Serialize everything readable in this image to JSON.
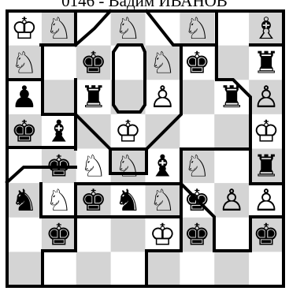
{
  "title": "0146 - Вадим ИВАНОВ",
  "board": {
    "rows": 8,
    "cols": 8,
    "light_color": "#ffffff",
    "dark_color": "#d4d4d4",
    "piece_fill_white": "#ffffff",
    "piece_fill_black": "#111111",
    "pieces": [
      {
        "row": 0,
        "col": 0,
        "type": "king",
        "color": "white"
      },
      {
        "row": 0,
        "col": 1,
        "type": "knight",
        "color": "white"
      },
      {
        "row": 0,
        "col": 3,
        "type": "knight",
        "color": "white"
      },
      {
        "row": 0,
        "col": 5,
        "type": "knight",
        "color": "white"
      },
      {
        "row": 0,
        "col": 7,
        "type": "bishop",
        "color": "white"
      },
      {
        "row": 1,
        "col": 0,
        "type": "knight",
        "color": "white"
      },
      {
        "row": 1,
        "col": 2,
        "type": "king",
        "color": "black"
      },
      {
        "row": 1,
        "col": 4,
        "type": "knight",
        "color": "white"
      },
      {
        "row": 1,
        "col": 5,
        "type": "king",
        "color": "black"
      },
      {
        "row": 1,
        "col": 7,
        "type": "rook",
        "color": "black"
      },
      {
        "row": 2,
        "col": 0,
        "type": "pawn",
        "color": "black"
      },
      {
        "row": 2,
        "col": 2,
        "type": "rook",
        "color": "black"
      },
      {
        "row": 2,
        "col": 4,
        "type": "pawn",
        "color": "white"
      },
      {
        "row": 2,
        "col": 6,
        "type": "rook",
        "color": "black"
      },
      {
        "row": 2,
        "col": 7,
        "type": "pawn",
        "color": "white"
      },
      {
        "row": 3,
        "col": 0,
        "type": "king",
        "color": "black"
      },
      {
        "row": 3,
        "col": 1,
        "type": "bishop",
        "color": "black"
      },
      {
        "row": 3,
        "col": 3,
        "type": "king",
        "color": "white"
      },
      {
        "row": 3,
        "col": 7,
        "type": "king",
        "color": "white"
      },
      {
        "row": 4,
        "col": 1,
        "type": "king",
        "color": "black"
      },
      {
        "row": 4,
        "col": 2,
        "type": "knight",
        "color": "white"
      },
      {
        "row": 4,
        "col": 3,
        "type": "knight",
        "color": "white"
      },
      {
        "row": 4,
        "col": 4,
        "type": "bishop",
        "color": "black"
      },
      {
        "row": 4,
        "col": 5,
        "type": "knight",
        "color": "white"
      },
      {
        "row": 4,
        "col": 7,
        "type": "rook",
        "color": "black"
      },
      {
        "row": 5,
        "col": 0,
        "type": "knight",
        "color": "black"
      },
      {
        "row": 5,
        "col": 1,
        "type": "knight",
        "color": "white"
      },
      {
        "row": 5,
        "col": 2,
        "type": "king",
        "color": "black"
      },
      {
        "row": 5,
        "col": 3,
        "type": "knight",
        "color": "black"
      },
      {
        "row": 5,
        "col": 4,
        "type": "knight",
        "color": "white"
      },
      {
        "row": 5,
        "col": 5,
        "type": "king",
        "color": "black"
      },
      {
        "row": 5,
        "col": 6,
        "type": "pawn",
        "color": "white"
      },
      {
        "row": 5,
        "col": 7,
        "type": "pawn",
        "color": "white"
      },
      {
        "row": 6,
        "col": 1,
        "type": "king",
        "color": "black"
      },
      {
        "row": 6,
        "col": 4,
        "type": "king",
        "color": "white"
      },
      {
        "row": 6,
        "col": 5,
        "type": "king",
        "color": "black"
      },
      {
        "row": 6,
        "col": 7,
        "type": "king",
        "color": "black"
      }
    ]
  }
}
